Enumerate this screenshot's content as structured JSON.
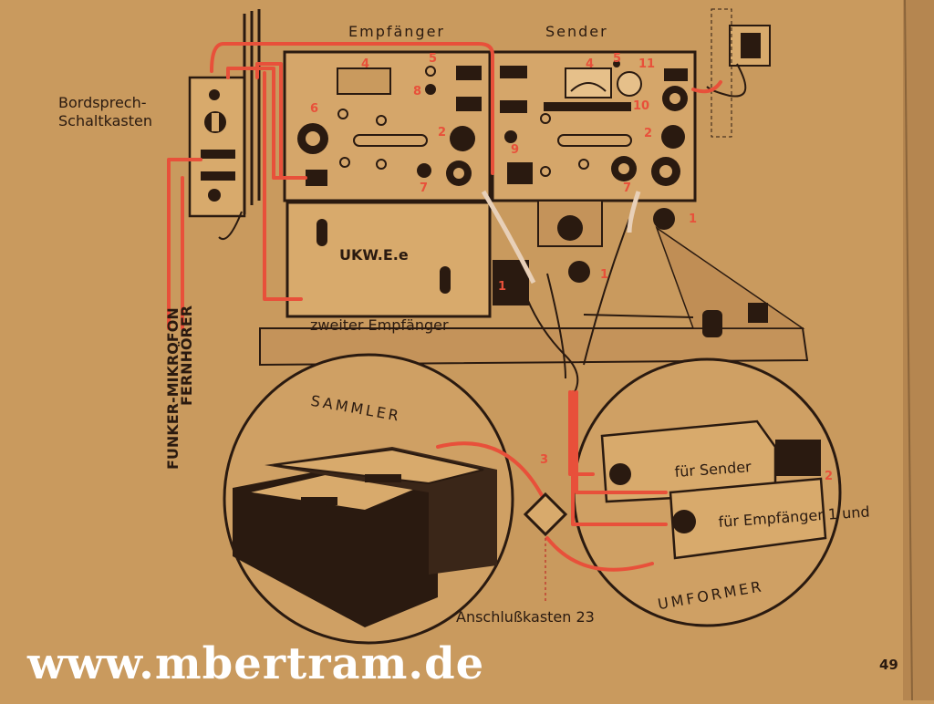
{
  "labels": {
    "empfaenger": "Empfänger",
    "sender": "Sender",
    "bordsprech": "Bordsprech-",
    "schaltkasten": "Schaltkasten",
    "ukwe": "UKW.E.e",
    "zweiter": "zweiter Empfänger",
    "funker": "FUNKER-MIKROFON",
    "fernhoerer": "FERNHÖRER",
    "sammler": "SAMMLER",
    "umformer": "UMFORMER",
    "fuer_sender": "für Sender",
    "fuer_empfaenger": "für Empfänger 1 und",
    "anschluss": "Anschlußkasten 23"
  },
  "callouts": [
    "1",
    "2",
    "3",
    "4",
    "5",
    "6",
    "7",
    "8",
    "9",
    "10",
    "11"
  ],
  "watermark": "www.mbertram.de",
  "page_number": "49",
  "colors": {
    "paper": "#c99a5e",
    "ink": "#2a1a10",
    "wire": "#e8503a"
  }
}
